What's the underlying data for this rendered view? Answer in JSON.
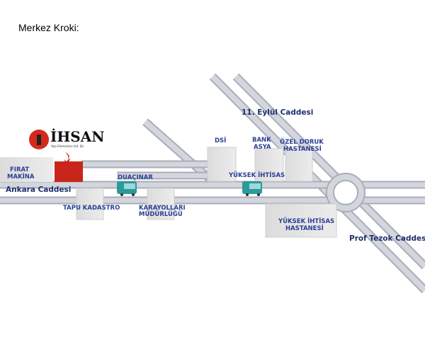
{
  "title": "Merkez Kroki:",
  "logo": {
    "name": "İHSAN",
    "subtitle": "Yapı Elemanları Ltd. Şti."
  },
  "streets": {
    "ankara": "Ankara Caddesi",
    "eylul": "11. Eylül Caddesi",
    "tezok": "Prof Tezok Caddesi"
  },
  "places": {
    "firat": [
      "FIRAT",
      "MAKİNA"
    ],
    "tapu": "TAPU KADASTRO",
    "karayollari": [
      "KARAYOLLARI",
      "MÜDÜRLÜĞÜ"
    ],
    "dsi": "DSİ",
    "bank": [
      "BANK",
      "ASYA"
    ],
    "ozel": [
      "ÖZEL DORUK",
      "HASTANESİ"
    ],
    "yuksek_hastane": [
      "YÜKSEK İHTİSAS",
      "HASTANESİ"
    ]
  },
  "stops": {
    "duacinar": "DUAÇINAR",
    "yuksek": "YÜKSEK İHTİSAS"
  },
  "colors": {
    "road": "#cdd0d8",
    "road_edge": "#a9adb8",
    "text": "#2b3f94",
    "logo_red": "#d42a1a"
  }
}
